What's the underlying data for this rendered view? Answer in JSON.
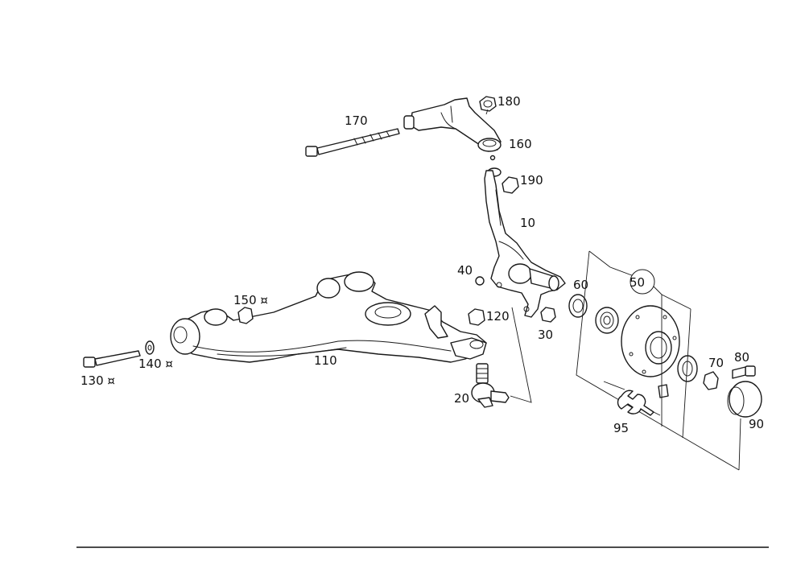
{
  "colors": {
    "line": "#1a1a1a",
    "background": "#ffffff"
  },
  "callouts": {
    "c10": "10",
    "c20": "20",
    "c30": "30",
    "c40": "40",
    "c50": "50",
    "c60": "60",
    "c70": "70",
    "c80": "80",
    "c90": "90",
    "c95": "95",
    "c110": "110",
    "c120": "120",
    "c130": "130 ¤",
    "c140": "140 ¤",
    "c150": "150 ¤",
    "c160": "160",
    "c170": "170",
    "c180": "180",
    "c190": "190"
  },
  "icons": {
    "service_tool": "wrench-icon"
  }
}
